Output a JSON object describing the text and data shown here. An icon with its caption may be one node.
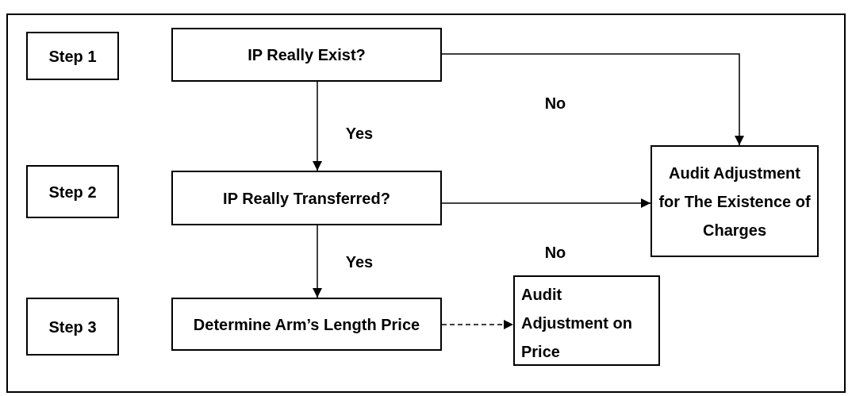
{
  "diagram": {
    "nodes": [
      {
        "text": [
          "Step 1"
        ]
      },
      {
        "text": [
          "IP Really Exist?"
        ]
      },
      {
        "text": [
          "Step 2"
        ]
      },
      {
        "text": [
          "IP Really Transferred?"
        ]
      },
      {
        "text": [
          "Audit Adjustment for The Existence of Charges"
        ]
      },
      {
        "text": [
          "Step 3"
        ]
      },
      {
        "text": [
          "Determine Arm’s Length Price"
        ]
      },
      {
        "text": [
          "Audit Adjustment on Price"
        ]
      }
    ],
    "edges": [
      {
        "from": 1,
        "to": 4,
        "arrow": "to",
        "label": "No"
      },
      {
        "from": 1,
        "to": 3,
        "arrow": "to",
        "label": "Yes"
      },
      {
        "from": 3,
        "to": 4,
        "arrow": "to",
        "label": "No"
      },
      {
        "from": 3,
        "to": 6,
        "arrow": "to",
        "label": "Yes"
      },
      {
        "from": 6,
        "to": 7,
        "arrow": "to",
        "style": "dashed"
      }
    ]
  }
}
